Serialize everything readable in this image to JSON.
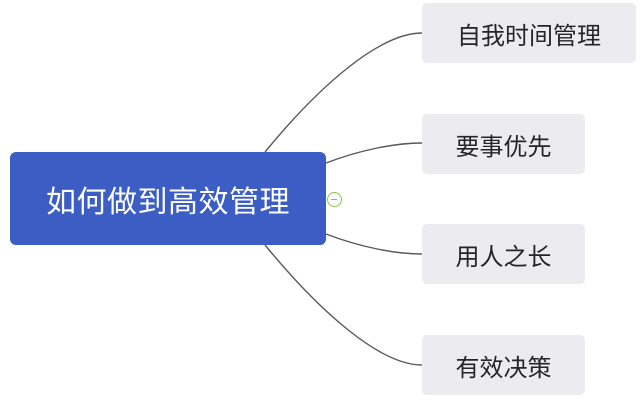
{
  "mindmap": {
    "root": {
      "label": "如何做到高效管理"
    },
    "children": [
      {
        "label": "自我时间管理"
      },
      {
        "label": "要事优先"
      },
      {
        "label": "用人之长"
      },
      {
        "label": "有效决策"
      }
    ]
  },
  "colors": {
    "root_fill": "#3c5ec4",
    "child_fill": "#ebebf0",
    "connector": "#595959",
    "toggle": "#8cc63f"
  }
}
